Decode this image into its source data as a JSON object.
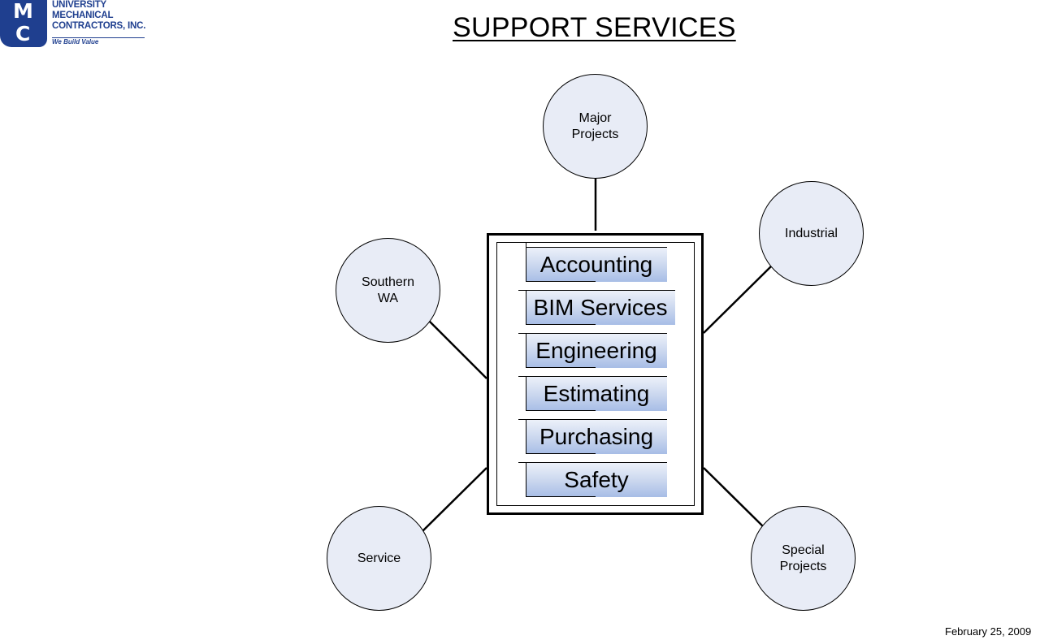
{
  "logo": {
    "mark_top": "M",
    "mark_bottom": "C",
    "name_lines": [
      "UNIVERSITY",
      "MECHANICAL",
      "CONTRACTORS, INC."
    ],
    "tagline": "We Build Value",
    "color": "#1f3f8f"
  },
  "title": "SUPPORT SERVICES",
  "center_box": {
    "services": [
      "Accounting",
      "BIM Services",
      "Engineering",
      "Estimating",
      "Purchasing",
      "Safety"
    ]
  },
  "divisions": {
    "top": "Major\nProjects",
    "top_right": "Industrial",
    "left": "Southern\nWA",
    "bottom_left": "Service",
    "bottom_right": "Special\nProjects"
  },
  "colors": {
    "circle_fill": "#e8ecf6",
    "service_gradient_top": "#eef2fa",
    "service_gradient_bottom": "#a7bde6"
  },
  "date": "February 25, 2009"
}
